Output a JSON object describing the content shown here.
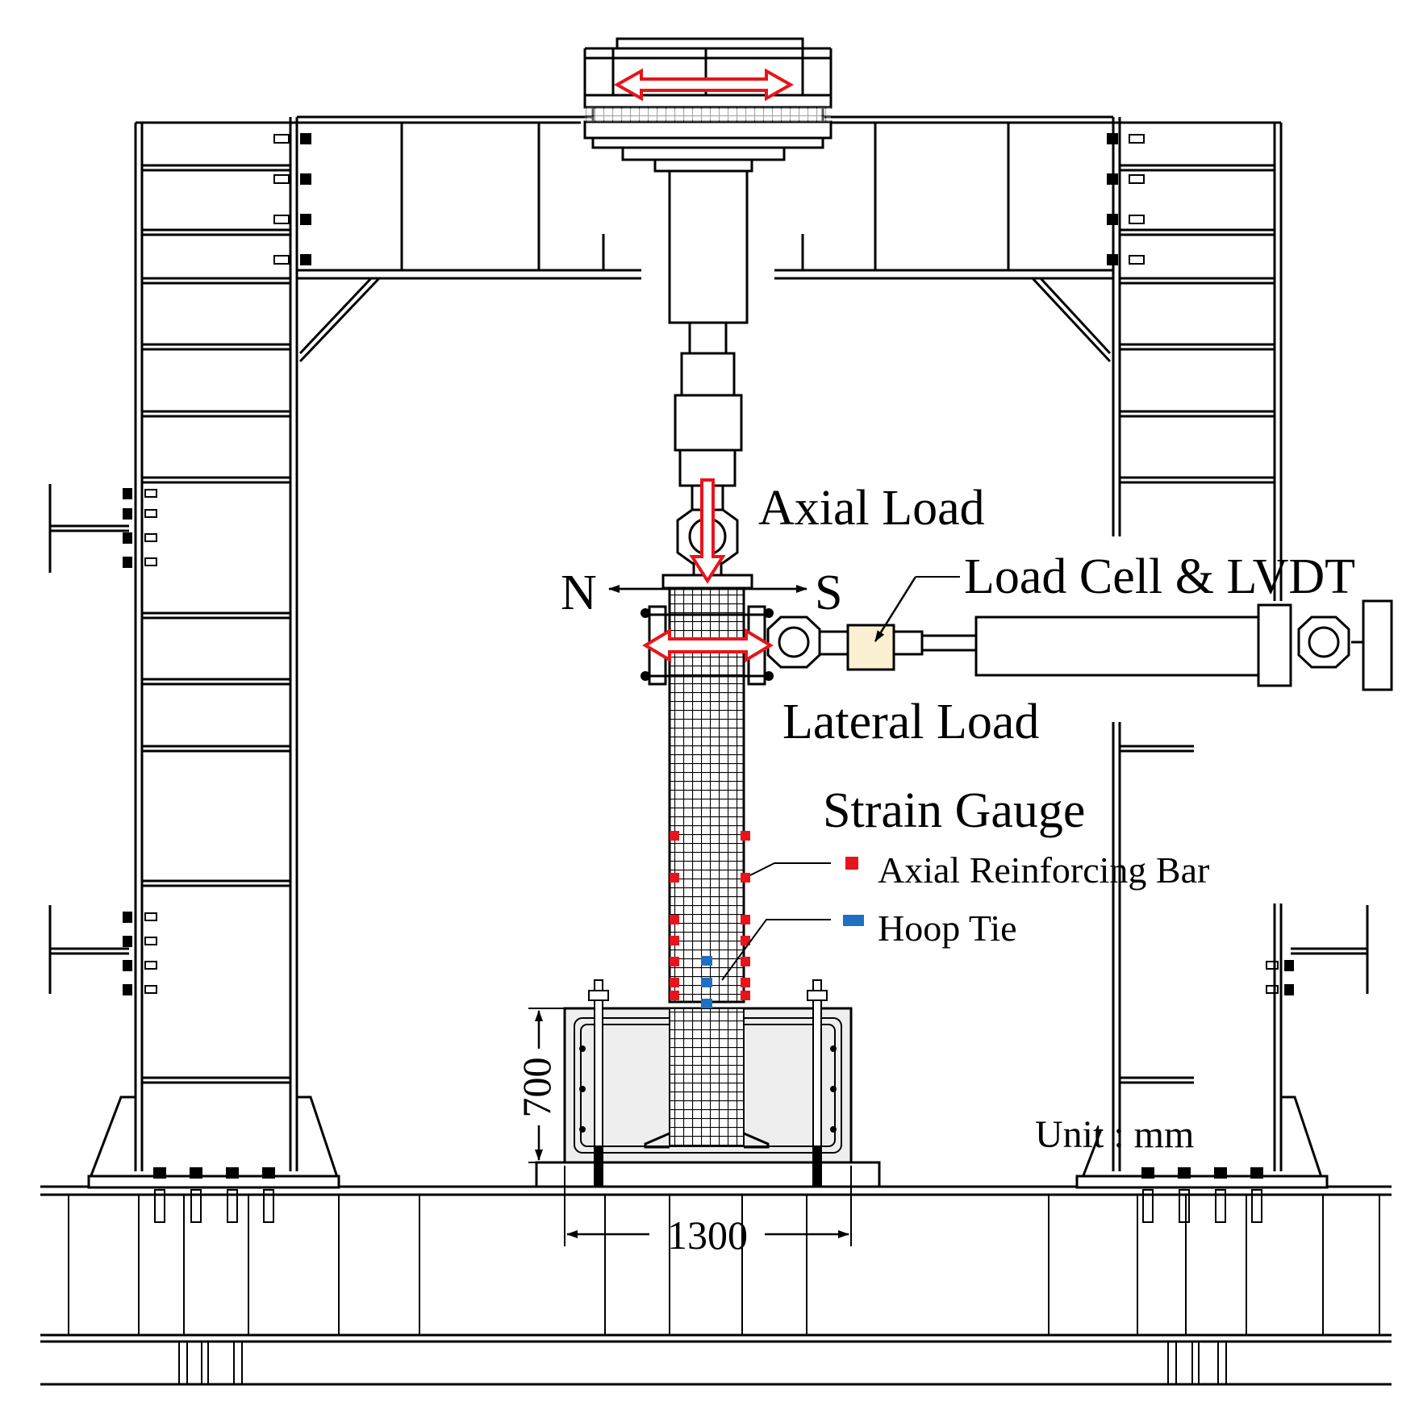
{
  "labels": {
    "axial_load": "Axial Load",
    "direction_north": "N",
    "direction_south": "S",
    "load_cell_lvdt": "Load Cell & LVDT",
    "lateral_load": "Lateral Load",
    "strain_gauge": "Strain Gauge",
    "unit": "Unit : mm"
  },
  "legend": {
    "items": [
      {
        "label": "Axial Reinforcing Bar",
        "color": "#e8141b"
      },
      {
        "label": "Hoop Tie",
        "color": "#1f6fc2"
      }
    ]
  },
  "dimensions": {
    "footing_height": "700",
    "footing_width": "1300"
  },
  "colors": {
    "load_arrow": "#e8141b",
    "load_cell_fill": "#fbf0d2",
    "footing_fill": "#eeeeee"
  }
}
